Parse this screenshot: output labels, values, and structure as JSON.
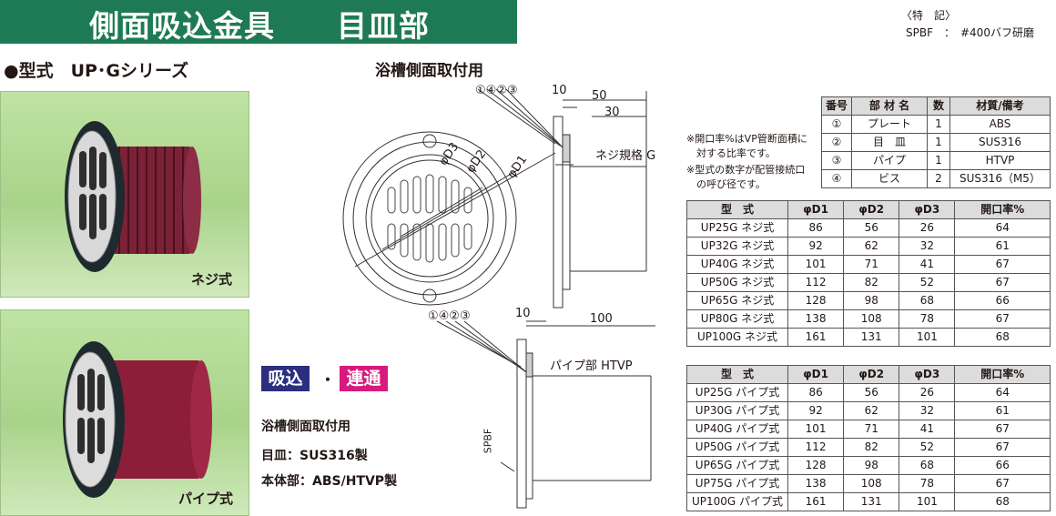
{
  "header": {
    "title": "側面吸込金具",
    "subtitle": "目皿部"
  },
  "spec": {
    "heading": "〈特　記〉",
    "line": "SPBF　：　#400バフ研磨"
  },
  "series_label": "●型式　UP･Gシリーズ",
  "install_label": "浴槽側面取付用",
  "photos": [
    {
      "label": "ネジ式"
    },
    {
      "label": "パイプ式"
    }
  ],
  "badges": {
    "suction": "吸込",
    "dot": "・",
    "connect": "連通",
    "suction_color": "#2b2f7e",
    "connect_color": "#d8197d"
  },
  "description": {
    "use": "浴槽側面取付用",
    "plate": "目皿：SUS316製",
    "body": "本体部：ABS/HTVP製"
  },
  "notes": [
    "※開口率%はVP管断面積に",
    "　対する比率です。",
    "※型式の数字が配管接続口",
    "　の呼び径です。"
  ],
  "drawing_top": {
    "callouts": "①④②③",
    "dim_10": "10",
    "dim_50": "50",
    "dim_30": "30",
    "thread_label": "ネジ規格 G",
    "phi_d3": "φD3",
    "phi_d2": "φD2",
    "phi_d1": "φD1"
  },
  "drawing_bottom": {
    "callouts": "①④②③",
    "dim_10": "10",
    "dim_100": "100",
    "pipe_label": "パイプ部  HTVP",
    "spbf": "SPBF"
  },
  "parts_table": {
    "headers": [
      "番号",
      "部 材 名",
      "数",
      "材質/備考"
    ],
    "rows": [
      [
        "①",
        "プレート",
        "1",
        "ABS"
      ],
      [
        "②",
        "目　皿",
        "1",
        "SUS316"
      ],
      [
        "③",
        "パイプ",
        "1",
        "HTVP"
      ],
      [
        "④",
        "ビス",
        "2",
        "SUS316（M5）"
      ]
    ]
  },
  "screw_table": {
    "headers": [
      "型　式",
      "φD1",
      "φD2",
      "φD3",
      "開口率%"
    ],
    "rows": [
      [
        "UP25G ネジ式",
        "86",
        "56",
        "26",
        "64"
      ],
      [
        "UP32G ネジ式",
        "92",
        "62",
        "32",
        "61"
      ],
      [
        "UP40G ネジ式",
        "101",
        "71",
        "41",
        "67"
      ],
      [
        "UP50G ネジ式",
        "112",
        "82",
        "52",
        "67"
      ],
      [
        "UP65G ネジ式",
        "128",
        "98",
        "68",
        "66"
      ],
      [
        "UP80G ネジ式",
        "138",
        "108",
        "78",
        "67"
      ],
      [
        "UP100G ネジ式",
        "161",
        "131",
        "101",
        "68"
      ]
    ]
  },
  "pipe_table": {
    "headers": [
      "型　式",
      "φD1",
      "φD2",
      "φD3",
      "開口率%"
    ],
    "rows": [
      [
        "UP25G パイプ式",
        "86",
        "56",
        "26",
        "64"
      ],
      [
        "UP30G パイプ式",
        "92",
        "62",
        "32",
        "61"
      ],
      [
        "UP40G パイプ式",
        "101",
        "71",
        "41",
        "67"
      ],
      [
        "UP50G パイプ式",
        "112",
        "82",
        "52",
        "67"
      ],
      [
        "UP65G パイプ式",
        "128",
        "98",
        "68",
        "66"
      ],
      [
        "UP75G パイプ式",
        "138",
        "108",
        "78",
        "67"
      ],
      [
        "UP100G パイプ式",
        "161",
        "131",
        "101",
        "68"
      ]
    ]
  }
}
